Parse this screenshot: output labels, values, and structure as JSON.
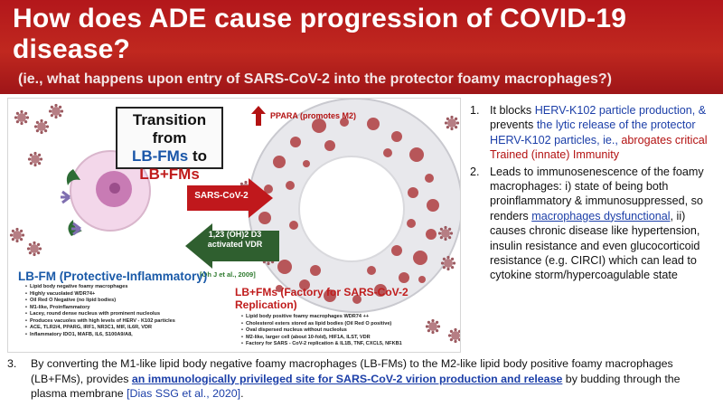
{
  "header": {
    "title": "How does ADE cause progression of COVID-19 disease?",
    "subtitle": "(ie., what happens upon entry of SARS-CoV-2 into the protector foamy macrophages?)"
  },
  "figure": {
    "transition_line1": "Transition from",
    "transition_lbfm": "LB-FMs",
    "transition_to": " to",
    "transition_lbplus": "LB+FMs",
    "ppara_label": "PPARA (promotes M2)",
    "arrow_red_label": "SARS-CoV-2",
    "arrow_green_label": "1,23 (OH)2 D3 activated VDR",
    "ref_oh": "[Oh J et al., 2009]",
    "lbfm_title": "LB-FM (Protective-Inflammatory)",
    "lbfm_items": [
      "Lipid body negative foamy macrophages",
      "Highly vacuolated WDR74+",
      "Oil Red O Negative (no lipid bodies)",
      "M1-like, Proinflammatory",
      "Lacey, round dense nucleus with prominent nucleolus",
      "Produces vacuoles with high levels of HERV - K102 particles",
      "ACE, TLR2/4, PPARG, IRF1, NR3C1, MIF, IL6R, VDR",
      "Inflammatory IDO1, MAFB, IL6, S100A9/A8,"
    ],
    "lbplus_title": "LB+FMs (Factory for SARS-CoV-2 Replication)",
    "lbplus_items": [
      "Lipid body positive foamy macrophages WDR74 ++",
      "Cholesterol esters stored as lipid bodies (Oil Red O positive)",
      "Oval dispersed nucleus without nucleolus",
      "M2-like, larger cell (about 10-fold), HIF1A, ILST, VDR",
      "Factory for SARS - CoV-2 replication & IL1B, TNF, CXCL5, NFKB1"
    ],
    "colors": {
      "red": "#c01c1c",
      "blue": "#1a5aa8",
      "green": "#2f6b2f",
      "lipid": "#b2474a",
      "virus": "#9c5a60"
    }
  },
  "points": [
    {
      "num": "1.",
      "parts": [
        {
          "t": "It blocks ",
          "c": ""
        },
        {
          "t": "HERV-K102 particle production, &",
          "c": "blue"
        },
        {
          "t": " prevents ",
          "c": ""
        },
        {
          "t": "the lytic release of the protector HERV-K102 particles, ie., ",
          "c": "blue"
        },
        {
          "t": "abrogates critical Trained (innate) Immunity",
          "c": "red"
        }
      ]
    },
    {
      "num": "2.",
      "parts": [
        {
          "t": "Leads to immunosenescence of the foamy macrophages:    i) state of being both proinflammatory & immunosuppressed, so renders ",
          "c": ""
        },
        {
          "t": "macrophages dysfunctional",
          "c": "link"
        },
        {
          "t": ", ii) causes chronic disease like hypertension, insulin resistance and even glucocorticoid resistance (e.g. CIRCI) which can lead to cytokine storm/hypercoagulable state",
          "c": ""
        }
      ]
    }
  ],
  "bottom": {
    "num": "3.",
    "text_before": "By converting the M1-like lipid body negative foamy macrophages (LB-FMs) to the M2-like lipid body positive foamy macrophages (LB+FMs), provides ",
    "link": "an immunologically privileged site for SARS-CoV-2 virion production and release",
    "text_after": " by budding through the plasma membrane  ",
    "citation": "[Dias SSG et al., 2020]",
    "end": "."
  }
}
